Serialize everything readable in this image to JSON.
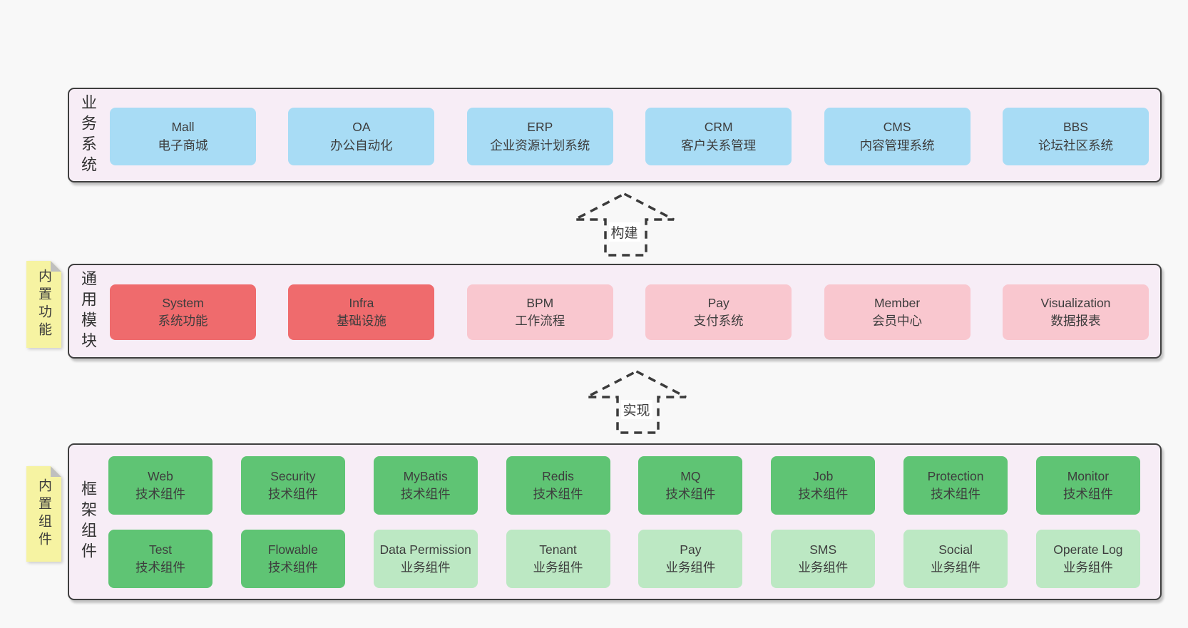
{
  "colors": {
    "page_bg": "#f8f8f8",
    "band_bg": "#f7edf6",
    "band_border": "#3f3f3f",
    "blue_box": "#a8dcf5",
    "red_box": "#ef6b6d",
    "pink_box": "#f9c7cf",
    "green_box": "#5fc474",
    "light_green_box": "#bce8c3",
    "sticky_yellow": "#f6f3a2",
    "sticky_fold_gray": "#bfbfbf",
    "text": "#3b3b3b"
  },
  "bands": {
    "business": {
      "side_label": "业务系统",
      "boxes": [
        {
          "title": "Mall",
          "subtitle": "电子商城"
        },
        {
          "title": "OA",
          "subtitle": "办公自动化"
        },
        {
          "title": "ERP",
          "subtitle": "企业资源计划系统"
        },
        {
          "title": "CRM",
          "subtitle": "客户关系管理"
        },
        {
          "title": "CMS",
          "subtitle": "内容管理系统"
        },
        {
          "title": "BBS",
          "subtitle": "论坛社区系统"
        }
      ]
    },
    "modules": {
      "side_label": "通用模块",
      "sticky_label": "内置功能",
      "boxes": [
        {
          "title": "System",
          "subtitle": "系统功能"
        },
        {
          "title": "Infra",
          "subtitle": "基础设施"
        },
        {
          "title": "BPM",
          "subtitle": "工作流程"
        },
        {
          "title": "Pay",
          "subtitle": "支付系统"
        },
        {
          "title": "Member",
          "subtitle": "会员中心"
        },
        {
          "title": "Visualization",
          "subtitle": "数据报表"
        }
      ]
    },
    "components": {
      "side_label": "框架组件",
      "sticky_label": "内置组件",
      "row1": [
        {
          "title": "Web",
          "subtitle": "技术组件"
        },
        {
          "title": "Security",
          "subtitle": "技术组件"
        },
        {
          "title": "MyBatis",
          "subtitle": "技术组件"
        },
        {
          "title": "Redis",
          "subtitle": "技术组件"
        },
        {
          "title": "MQ",
          "subtitle": "技术组件"
        },
        {
          "title": "Job",
          "subtitle": "技术组件"
        },
        {
          "title": "Protection",
          "subtitle": "技术组件"
        },
        {
          "title": "Monitor",
          "subtitle": "技术组件"
        }
      ],
      "row2": [
        {
          "title": "Test",
          "subtitle": "技术组件"
        },
        {
          "title": "Flowable",
          "subtitle": "技术组件"
        },
        {
          "title": "Data Permission",
          "subtitle": "业务组件"
        },
        {
          "title": "Tenant",
          "subtitle": "业务组件"
        },
        {
          "title": "Pay",
          "subtitle": "业务组件"
        },
        {
          "title": "SMS",
          "subtitle": "业务组件"
        },
        {
          "title": "Social",
          "subtitle": "业务组件"
        },
        {
          "title": "Operate Log",
          "subtitle": "业务组件"
        }
      ]
    }
  },
  "arrows": {
    "build": {
      "label": "构建"
    },
    "implement": {
      "label": "实现"
    }
  }
}
